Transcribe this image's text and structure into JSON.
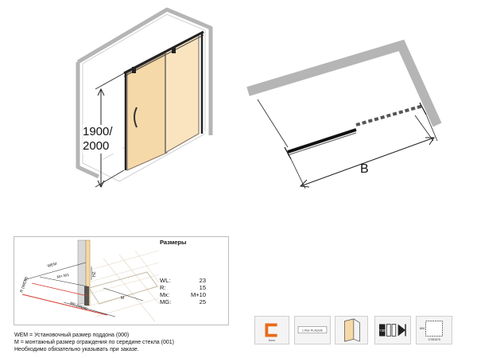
{
  "main_view": {
    "height_label_line1": "1900/",
    "height_label_line2": "2000"
  },
  "plan_view": {
    "width_label": "B"
  },
  "specs": {
    "title": "Размеры",
    "rows": [
      {
        "key": "WL:",
        "value": "23"
      },
      {
        "key": "R:",
        "value": "15"
      },
      {
        "key": "Mx:",
        "value": "M+10"
      },
      {
        "key": "MG:",
        "value": "25"
      }
    ],
    "drawing_labels": {
      "wem": "WEM",
      "m_m1": "M= M1",
      "r_label": "R (WEM)",
      "hz": "HZ",
      "m": "M",
      "mg": "MG (WEM)"
    }
  },
  "notes": [
    "WEM = Установочный размер поддона (000)",
    "M = монтажный размер ограждения по середине стекла (001)",
    "Необходимо обязательно указывать при заказе."
  ],
  "feature_icons": [
    {
      "name": "profile-color-icon",
      "label": "8mm",
      "accent": "#e86a1a"
    },
    {
      "name": "coating-icon",
      "label": "1.Klar  PLAQUE"
    },
    {
      "name": "door-glass-icon",
      "label": ""
    },
    {
      "name": "sliding-door-icon",
      "label": "730"
    },
    {
      "name": "dimension-range-icon",
      "label": "800",
      "sub": "1705/1575"
    }
  ],
  "colors": {
    "glass_tint": "#f6d9a8",
    "glass_edge": "#d9b47a",
    "dimension_red": "#d33a2c",
    "panel_border": "#bdbdbd"
  }
}
